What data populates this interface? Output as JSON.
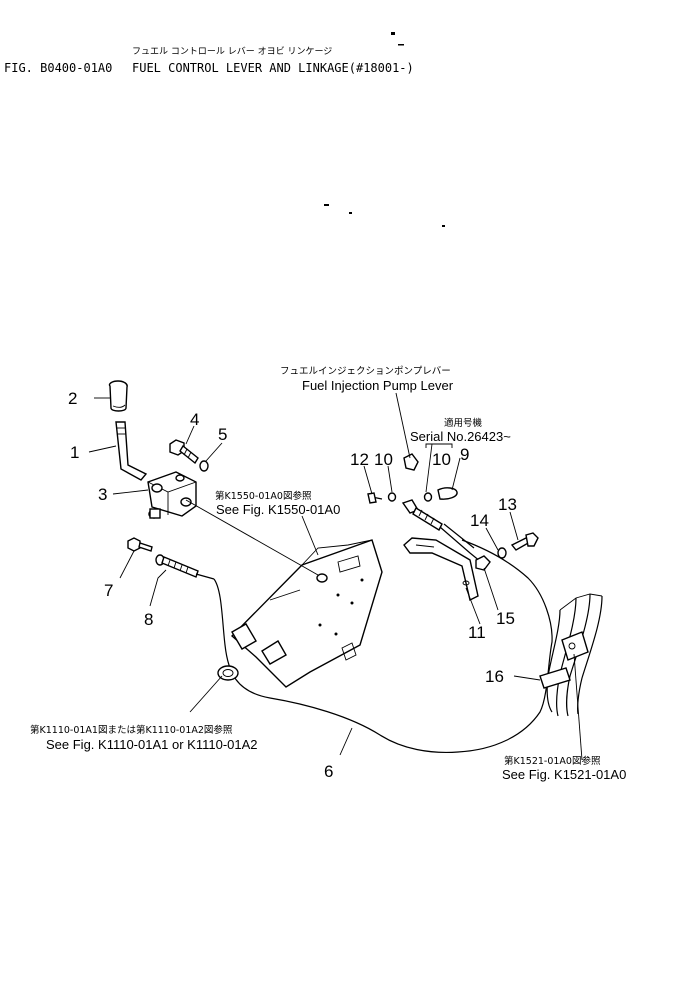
{
  "header": {
    "figure_code": "FIG. B0400-01A0",
    "title": "FUEL CONTROL LEVER AND LINKAGE(#18001-)",
    "title_jp": "フュエル コントロール レバー オヨビ リンケージ"
  },
  "callouts": {
    "pump_lever_jp": "フュエルインジェクションポンプレバー",
    "pump_lever": "Fuel Injection Pump Lever",
    "serial_jp": "適用号機",
    "serial": "Serial No.26423~",
    "k1550_jp": "第K1550-01A0図参照",
    "k1550": "See Fig. K1550-01A0",
    "k1110_jp": "第K1110-01A1図または第K1110-01A2図参照",
    "k1110": "See Fig. K1110-01A1 or K1110-01A2",
    "k1521_jp": "第K1521-01A0図参照",
    "k1521": "See Fig. K1521-01A0"
  },
  "part_numbers": [
    "1",
    "2",
    "3",
    "4",
    "5",
    "6",
    "7",
    "8",
    "9",
    "10",
    "10",
    "11",
    "12",
    "13",
    "14",
    "15",
    "16"
  ]
}
